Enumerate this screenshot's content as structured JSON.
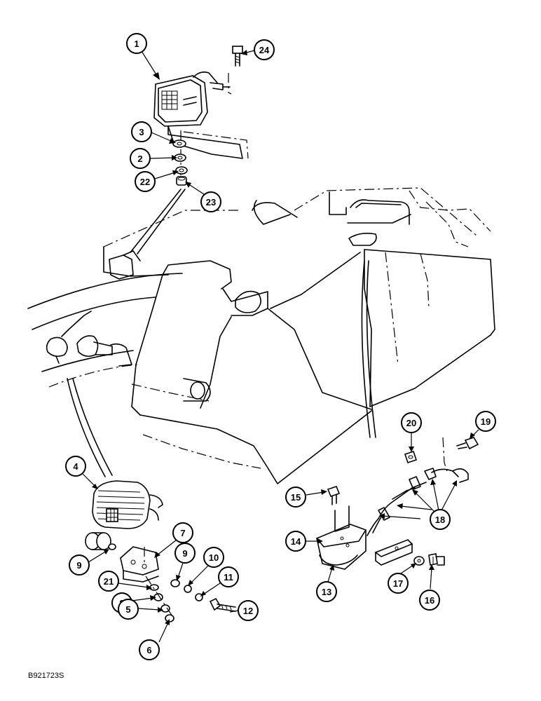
{
  "figure_id": "B921723S",
  "callouts": [
    {
      "label": "1"
    },
    {
      "label": "24"
    },
    {
      "label": "3"
    },
    {
      "label": "2"
    },
    {
      "label": "22"
    },
    {
      "label": "23"
    },
    {
      "label": "4"
    },
    {
      "label": "7"
    },
    {
      "label": "9"
    },
    {
      "label": "9"
    },
    {
      "label": "10"
    },
    {
      "label": "11"
    },
    {
      "label": "21"
    },
    {
      "label": "8"
    },
    {
      "label": "12"
    },
    {
      "label": "5"
    },
    {
      "label": "6"
    },
    {
      "label": "20"
    },
    {
      "label": "19"
    },
    {
      "label": "15"
    },
    {
      "label": "18"
    },
    {
      "label": "14"
    },
    {
      "label": "13"
    },
    {
      "label": "17"
    },
    {
      "label": "16"
    }
  ]
}
